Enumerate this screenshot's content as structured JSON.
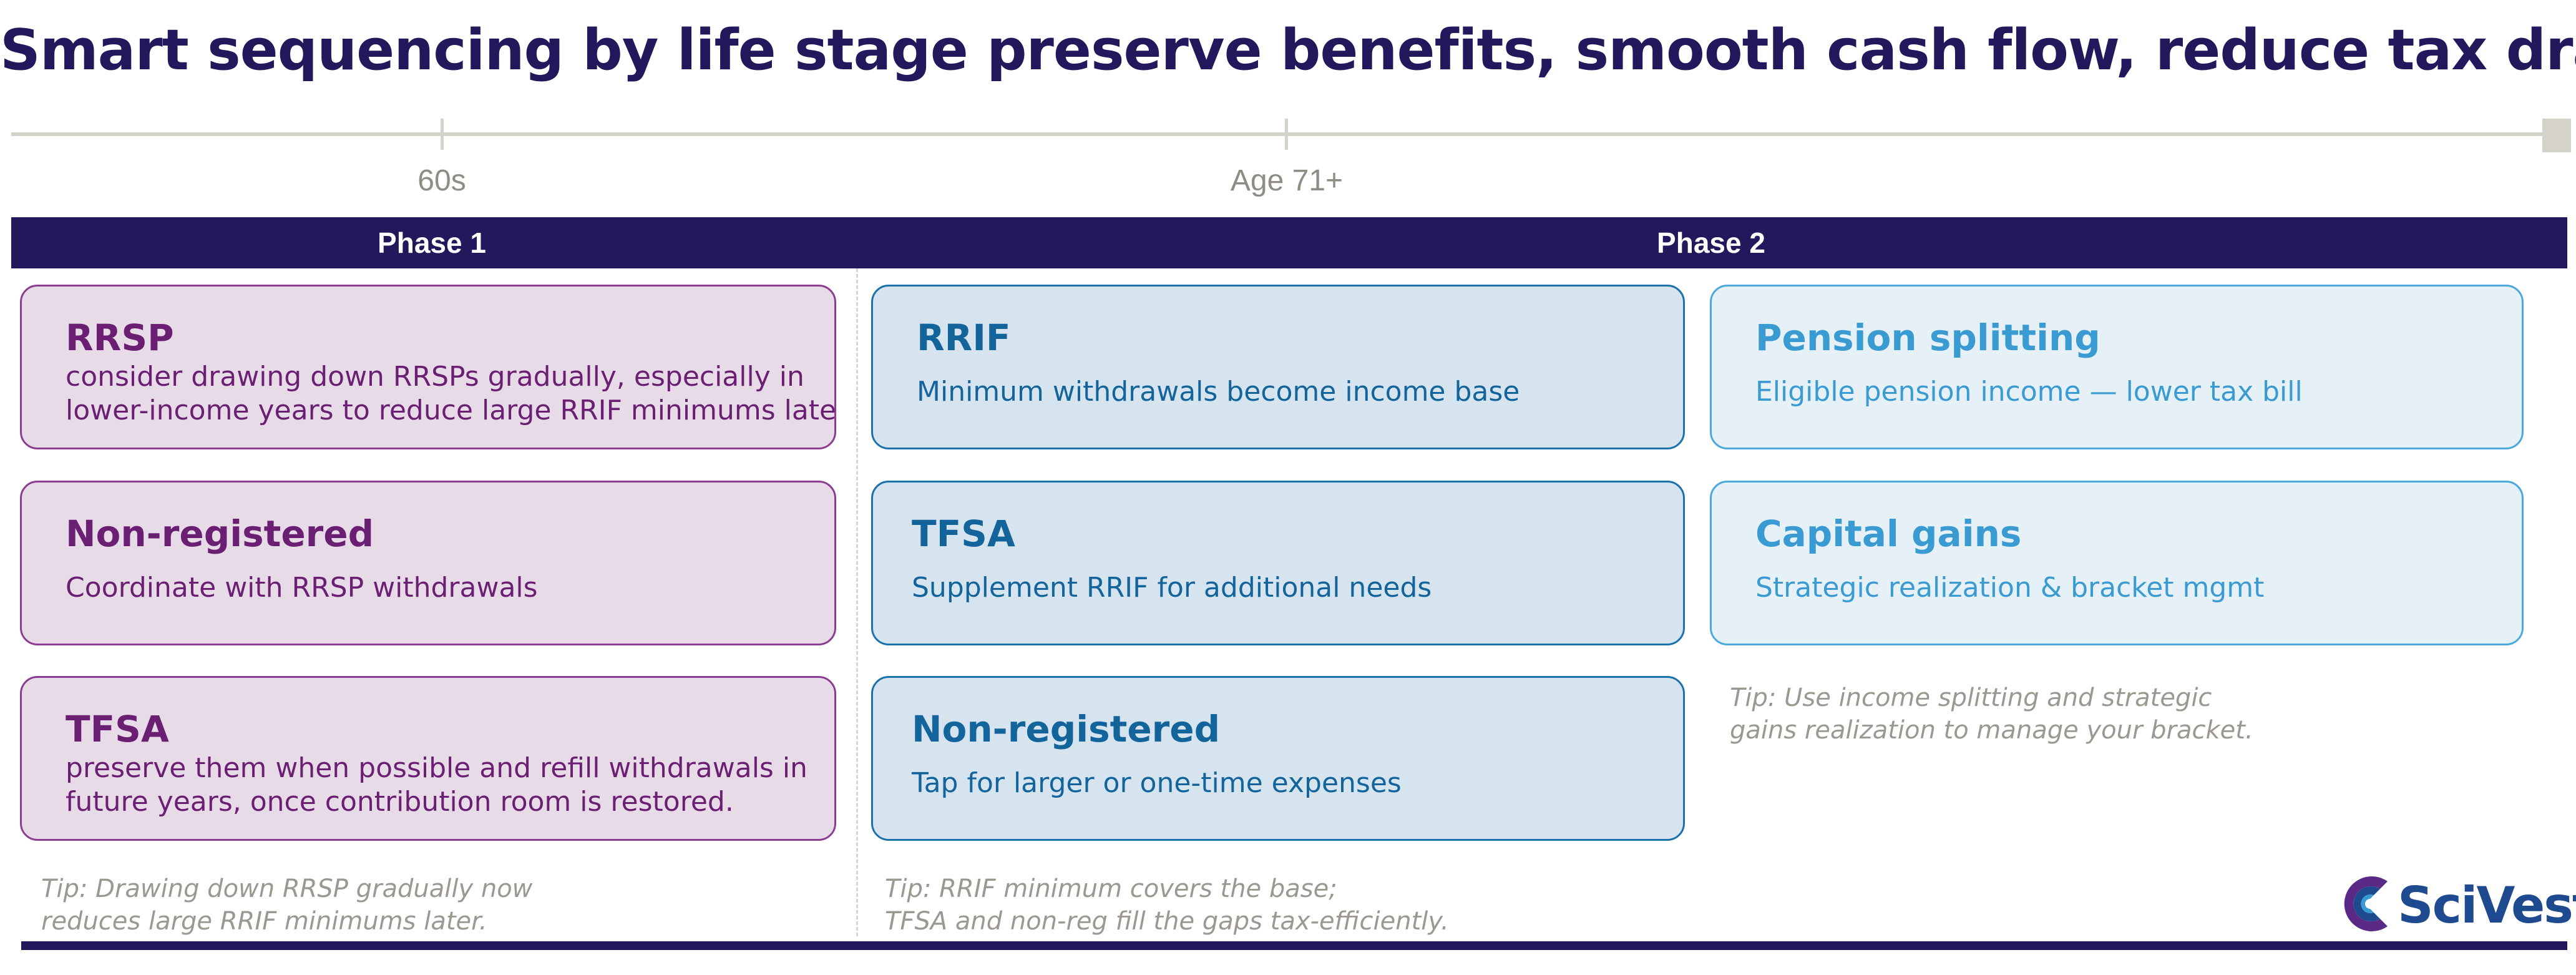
{
  "title": "Smart sequencing by life stage preserve benefits, smooth cash flow, reduce tax drag",
  "timeline": {
    "ticks": [
      "60s",
      "Age 71+"
    ]
  },
  "phases": [
    "Phase 1",
    "Phase 2"
  ],
  "phase1": {
    "cards": [
      {
        "title": "RRSP",
        "body": [
          "consider drawing down RRSPs gradually, especially in",
          "lower-income years  to reduce large RRIF minimums later."
        ]
      },
      {
        "title": "Non-registered",
        "body": [
          "Coordinate with RRSP withdrawals"
        ]
      },
      {
        "title": "TFSA",
        "body": [
          "preserve them when possible and refill withdrawals in",
          "future years, once contribution room is restored."
        ]
      }
    ],
    "tip": [
      "Tip: Drawing down RRSP gradually now",
      "reduces large RRIF minimums later."
    ]
  },
  "phase2": {
    "cards_left": [
      {
        "title": "RRIF",
        "body": [
          "Minimum withdrawals become income base"
        ]
      },
      {
        "title": "TFSA",
        "body": [
          "Supplement RRIF for additional needs"
        ]
      },
      {
        "title": "Non-registered",
        "body": [
          "Tap for larger or one-time expenses"
        ]
      }
    ],
    "cards_right": [
      {
        "title": "Pension splitting",
        "body": [
          "Eligible pension income — lower tax bill"
        ]
      },
      {
        "title": "Capital gains",
        "body": [
          "Strategic realization & bracket mgmt"
        ]
      }
    ],
    "tip_left": [
      "Tip: RRIF minimum covers the base;",
      "TFSA and non-reg fill the gaps tax-efficiently."
    ],
    "tip_right": [
      "Tip: Use income splitting and strategic",
      "gains realization to manage your bracket."
    ]
  },
  "logo": {
    "text": "SciVest"
  },
  "colors": {
    "navy": "#24175c",
    "purple": "#6b1f73",
    "purple_fill": "#e8dbe8",
    "blue": "#14649c",
    "blue_fill": "#d5e4ef",
    "light_blue": "#3a9bd3",
    "light_fill": "#e6f0f7",
    "gray": "#9a9891"
  }
}
